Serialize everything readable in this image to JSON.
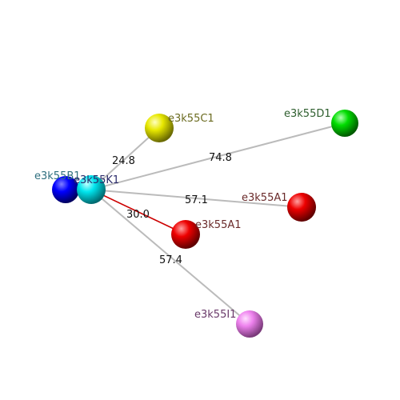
{
  "nodes": [
    {
      "id": "b1",
      "label": "e3k55B1",
      "color": "#0000ff",
      "label_color": "#2f6f7f"
    },
    {
      "id": "k1",
      "label": "e3k55K1",
      "color": "#00e5ee",
      "label_color": "#2a2a6a"
    },
    {
      "id": "c1",
      "label": "e3k55C1",
      "color": "#e8e800",
      "label_color": "#6b6b20"
    },
    {
      "id": "d1",
      "label": "e3k55D1",
      "color": "#00dd00",
      "label_color": "#2f5f2f"
    },
    {
      "id": "a1_far",
      "label": "e3k55A1",
      "color": "#ee0000",
      "label_color": "#6a2a2a"
    },
    {
      "id": "a1_near",
      "label": "e3k55A1",
      "color": "#ee0000",
      "label_color": "#6a2a2a"
    },
    {
      "id": "i1",
      "label": "e3k55I1",
      "color": "#ee82ee",
      "label_color": "#6a3a6a"
    }
  ],
  "edges": [
    {
      "from": "k1",
      "to": "c1",
      "label": "24.8",
      "color": "#bbbbbb"
    },
    {
      "from": "k1",
      "to": "d1",
      "label": "74.8",
      "color": "#bbbbbb"
    },
    {
      "from": "k1",
      "to": "a1_far",
      "label": "57.1",
      "color": "#bbbbbb"
    },
    {
      "from": "k1",
      "to": "a1_near",
      "label": "30.0",
      "color": "#cc0000"
    },
    {
      "from": "k1",
      "to": "i1",
      "label": "57.4",
      "color": "#bbbbbb"
    },
    {
      "from": "b1",
      "to": "k1",
      "label": "",
      "color": "#bbbbbb"
    }
  ]
}
